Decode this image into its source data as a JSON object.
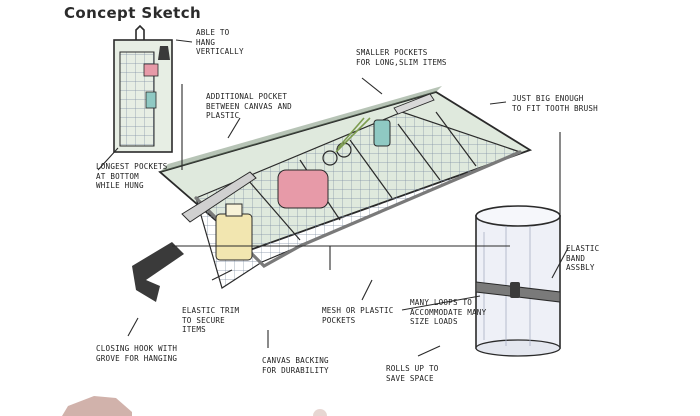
{
  "heading": "Concept Sketch",
  "annotations": {
    "hang_vertically": "ABLE TO\nHANG\nVERTICALLY",
    "smaller_pockets": "SMALLER POCKETS\nFOR LONG,SLIM ITEMS",
    "toothbrush": "JUST BIG ENOUGH\nTO FIT TOOTH BRUSH",
    "additional_pocket": "ADDITIONAL POCKET\nBETWEEN CANVAS AND\nPLASTIC",
    "longest_pockets": "LONGEST POCKETS\nAT BOTTOM\nWHILE HUNG",
    "elastic_band": "ELASTIC\nBAND\nASSBLY",
    "elastic_trim": "ELASTIC TRIM\nTO SECURE\nITEMS",
    "mesh_pockets": "MESH OR PLASTIC\nPOCKETS",
    "many_loops": "MANY LOOPS TO\nACCOMMODATE MANY\nSIZE LOADS",
    "closing_hook": "CLOSING HOOK WITH\nGROVE FOR HANGING",
    "canvas_backing": "CANVAS BACKING\nFOR DURABILITY",
    "rolls_up": "ROLLS UP TO\nSAVE SPACE"
  },
  "colors": {
    "ink": "#2a2a2a",
    "canvas": "#dfe9dd",
    "canvas_edge": "#6f8a6d",
    "mesh": "#9aa7b8",
    "elastic": "#7a7a7a",
    "pink": "#e79aa8",
    "yellow": "#f2e6b0",
    "teal": "#8fc9c3",
    "roll": "#eef0f7",
    "hook": "#3a3a3a",
    "footer_shape": "#c9a49c"
  }
}
